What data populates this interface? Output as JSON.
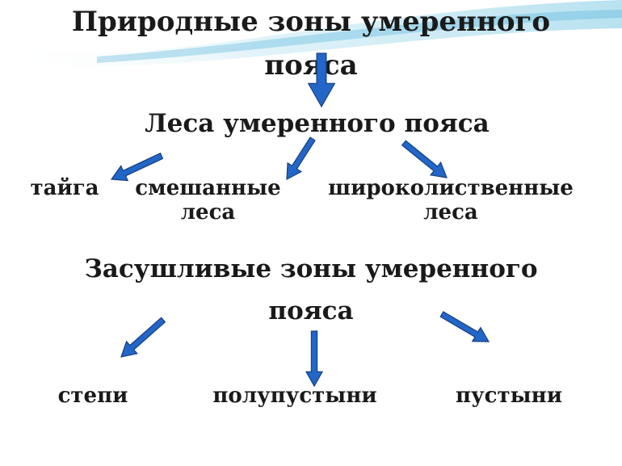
{
  "title": {
    "line1": "Природные зоны умеренного",
    "line2": "пояса"
  },
  "forests": {
    "heading": "Леса умеренного пояса",
    "items": [
      {
        "line1": "тайга",
        "line2": ""
      },
      {
        "line1": "смешанные",
        "line2": "леса"
      },
      {
        "line1": "широколиственные",
        "line2": "леса"
      }
    ]
  },
  "arid": {
    "heading_line1": "Засушливые зоны умеренного",
    "heading_line2": "пояса",
    "items": [
      "степи",
      "полупустыни",
      "пустыни"
    ]
  },
  "colors": {
    "arrow_fill": "#2266c8",
    "arrow_stroke": "#173f80",
    "text": "#1a1a1a",
    "wave": "#8fd0e8"
  }
}
